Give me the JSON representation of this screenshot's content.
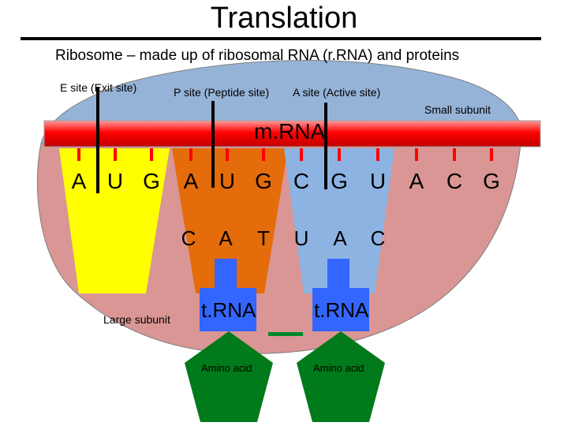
{
  "title": "Translation",
  "subtitle": "Ribosome – made up of ribosomal RNA (r.RNA) and proteins",
  "labels": {
    "e_site": "E site (Exit site)",
    "p_site": "P site (Peptide site)",
    "a_site": "A site (Active site)",
    "small_subunit": "Small subunit",
    "large_subunit": "Large subunit",
    "mrna": "m.RNA"
  },
  "codons": [
    "A",
    "U",
    "G",
    "A",
    "U",
    "G",
    "C",
    "G",
    "U",
    "A",
    "C",
    "G"
  ],
  "anticodons": [
    "C",
    "A",
    "T",
    "U",
    "A",
    "C"
  ],
  "trna": [
    {
      "label": "t.RNA",
      "amino_acid": "Amino acid"
    },
    {
      "label": "t.RNA",
      "amino_acid": "Amino acid"
    }
  ],
  "colors": {
    "large_subunit": "#d99694",
    "small_subunit": "#95b3d7",
    "mrna_strand": "#ff0000",
    "trna_e_site": "#ffff00",
    "trna_p_site": "#e46c0a",
    "trna_a_site": "#8db3e2",
    "trna_stem": "#3366ff",
    "amino_acid": "#007a1a",
    "peptide_bond": "#00892a"
  }
}
